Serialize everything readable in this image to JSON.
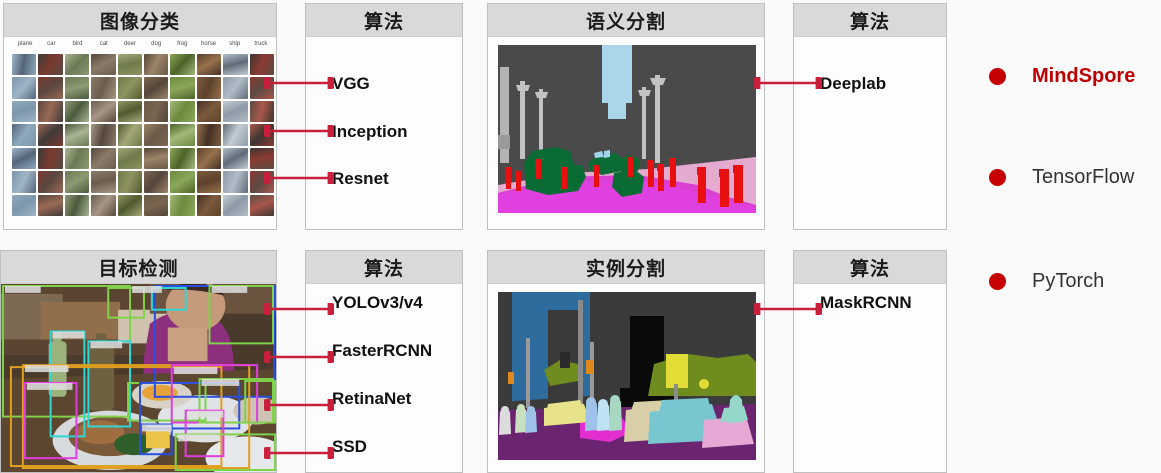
{
  "panels": [
    {
      "id": "image-classification",
      "title": "图像分类",
      "type": "cifar",
      "dataset_labels": [
        "plane",
        "car",
        "bird",
        "cat",
        "deer",
        "dog",
        "frog",
        "horse",
        "ship",
        "truck"
      ]
    },
    {
      "id": "algorithms-classification",
      "title": "算法",
      "type": "algo",
      "items": [
        "VGG",
        "Inception",
        "Resnet"
      ]
    },
    {
      "id": "semantic-segmentation",
      "title": "语义分割",
      "type": "semantic"
    },
    {
      "id": "algorithms-semantic",
      "title": "算法",
      "type": "algo",
      "items": [
        "Deeplab"
      ]
    },
    {
      "id": "object-detection",
      "title": "目标检测",
      "type": "detection"
    },
    {
      "id": "algorithms-detection",
      "title": "算法",
      "type": "algo",
      "items": [
        "YOLOv3/v4",
        "FasterRCNN",
        "RetinaNet",
        "SSD"
      ]
    },
    {
      "id": "instance-segmentation",
      "title": "实例分割",
      "type": "instance"
    },
    {
      "id": "algorithms-instance",
      "title": "算法",
      "type": "algo",
      "items": [
        "MaskRCNN"
      ]
    }
  ],
  "legend": {
    "items": [
      {
        "label": "MindSpore",
        "color": "#c00000",
        "emphasis": true
      },
      {
        "label": "TensorFlow",
        "color": "#333333",
        "emphasis": false
      },
      {
        "label": "PyTorch",
        "color": "#333333",
        "emphasis": false
      }
    ],
    "dot_color": "#c60000"
  },
  "colors": {
    "arrow": "#c8203c",
    "header_bg": "#d9d9d9",
    "panel_border": "#bfbfbf",
    "page_bg": "#fafafa",
    "brand_red": "#c00000"
  },
  "arrows": [
    {
      "name": "arrow-vgg",
      "from": "image-classification",
      "to": "VGG"
    },
    {
      "name": "arrow-inception",
      "from": "image-classification",
      "to": "Inception"
    },
    {
      "name": "arrow-resnet",
      "from": "image-classification",
      "to": "Resnet"
    },
    {
      "name": "arrow-deeplab",
      "from": "semantic-segmentation",
      "to": "Deeplab"
    },
    {
      "name": "arrow-yolo",
      "from": "object-detection",
      "to": "YOLOv3/v4"
    },
    {
      "name": "arrow-fasterrcnn",
      "from": "object-detection",
      "to": "FasterRCNN"
    },
    {
      "name": "arrow-retinanet",
      "from": "object-detection",
      "to": "RetinaNet"
    },
    {
      "name": "arrow-ssd",
      "from": "object-detection",
      "to": "SSD"
    },
    {
      "name": "arrow-maskrcnn",
      "from": "instance-segmentation",
      "to": "MaskRCNN"
    }
  ]
}
